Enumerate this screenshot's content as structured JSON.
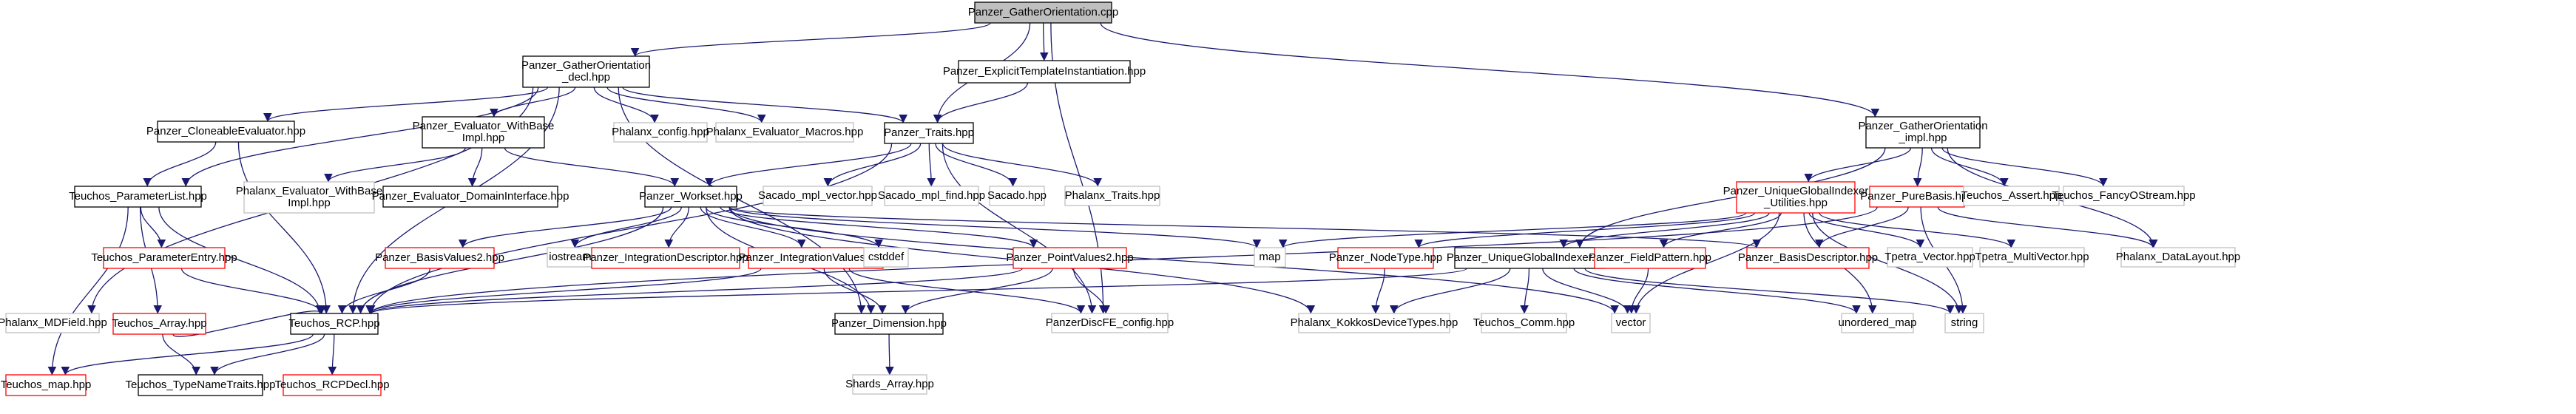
{
  "colors": {
    "edge": "#191970",
    "root_fill": "#bfbfbf",
    "default_border": "#000000",
    "red_border": "#ff0000",
    "gray_border": "#bfbfbf"
  },
  "nodes": [
    {
      "id": "root",
      "label": [
        "Panzer_GatherOrientation.cpp"
      ],
      "style": "root"
    },
    {
      "id": "gather_decl",
      "label": [
        "Panzer_GatherOrientation",
        "_decl.hpp"
      ],
      "style": "black"
    },
    {
      "id": "explicit",
      "label": [
        "Panzer_ExplicitTemplateInstantiation.hpp"
      ],
      "style": "black"
    },
    {
      "id": "gather_impl",
      "label": [
        "Panzer_GatherOrientation",
        "_impl.hpp"
      ],
      "style": "black"
    },
    {
      "id": "cloneable",
      "label": [
        "Panzer_CloneableEvaluator.hpp"
      ],
      "style": "black"
    },
    {
      "id": "eval_withbase",
      "label": [
        "Panzer_Evaluator_WithBase",
        "Impl.hpp"
      ],
      "style": "black"
    },
    {
      "id": "phalanx_config",
      "label": [
        "Phalanx_config.hpp"
      ],
      "style": "gray"
    },
    {
      "id": "phalanx_macros",
      "label": [
        "Phalanx_Evaluator_Macros.hpp"
      ],
      "style": "gray"
    },
    {
      "id": "panzer_traits",
      "label": [
        "Panzer_Traits.hpp"
      ],
      "style": "black"
    },
    {
      "id": "param_list",
      "label": [
        "Teuchos_ParameterList.hpp"
      ],
      "style": "black"
    },
    {
      "id": "phx_eval_withbase",
      "label": [
        "Phalanx_Evaluator_WithBase",
        "Impl.hpp"
      ],
      "style": "gray"
    },
    {
      "id": "domain_iface",
      "label": [
        "Panzer_Evaluator_DomainInterface.hpp"
      ],
      "style": "black"
    },
    {
      "id": "workset",
      "label": [
        "Panzer_Workset.hpp"
      ],
      "style": "black"
    },
    {
      "id": "sacado_mpl_vector",
      "label": [
        "Sacado_mpl_vector.hpp"
      ],
      "style": "gray"
    },
    {
      "id": "sacado_mpl_find",
      "label": [
        "Sacado_mpl_find.hpp"
      ],
      "style": "gray"
    },
    {
      "id": "sacado",
      "label": [
        "Sacado.hpp"
      ],
      "style": "gray"
    },
    {
      "id": "phalanx_traits",
      "label": [
        "Phalanx_Traits.hpp"
      ],
      "style": "gray"
    },
    {
      "id": "ugi_utils",
      "label": [
        "Panzer_UniqueGlobalIndexer",
        "_Utilities.hpp"
      ],
      "style": "red"
    },
    {
      "id": "purebasis",
      "label": [
        "Panzer_PureBasis.hpp"
      ],
      "style": "red"
    },
    {
      "id": "teuchos_assert",
      "label": [
        "Teuchos_Assert.hpp"
      ],
      "style": "gray"
    },
    {
      "id": "fancy_ostream",
      "label": [
        "Teuchos_FancyOStream.hpp"
      ],
      "style": "gray"
    },
    {
      "id": "param_entry",
      "label": [
        "Teuchos_ParameterEntry.hpp"
      ],
      "style": "red"
    },
    {
      "id": "basis_values2",
      "label": [
        "Panzer_BasisValues2.hpp"
      ],
      "style": "red"
    },
    {
      "id": "iostream",
      "label": [
        "iostream"
      ],
      "style": "gray"
    },
    {
      "id": "integ_desc",
      "label": [
        "Panzer_IntegrationDescriptor.hpp"
      ],
      "style": "red"
    },
    {
      "id": "integ_values2",
      "label": [
        "Panzer_IntegrationValues2.hpp"
      ],
      "style": "red"
    },
    {
      "id": "cstddef",
      "label": [
        "cstddef"
      ],
      "style": "gray"
    },
    {
      "id": "point_values2",
      "label": [
        "Panzer_PointValues2.hpp"
      ],
      "style": "red"
    },
    {
      "id": "map",
      "label": [
        "map"
      ],
      "style": "gray"
    },
    {
      "id": "node_type",
      "label": [
        "Panzer_NodeType.hpp"
      ],
      "style": "red"
    },
    {
      "id": "ugi",
      "label": [
        "Panzer_UniqueGlobalIndexer.hpp"
      ],
      "style": "black"
    },
    {
      "id": "field_pattern",
      "label": [
        "Panzer_FieldPattern.hpp"
      ],
      "style": "red"
    },
    {
      "id": "basis_desc",
      "label": [
        "Panzer_BasisDescriptor.hpp"
      ],
      "style": "red"
    },
    {
      "id": "tpetra_vector",
      "label": [
        "Tpetra_Vector.hpp"
      ],
      "style": "gray"
    },
    {
      "id": "tpetra_multivector",
      "label": [
        "Tpetra_MultiVector.hpp"
      ],
      "style": "gray"
    },
    {
      "id": "phalanx_datalayout",
      "label": [
        "Phalanx_DataLayout.hpp"
      ],
      "style": "gray"
    },
    {
      "id": "phalanx_mdfield",
      "label": [
        "Phalanx_MDField.hpp"
      ],
      "style": "gray"
    },
    {
      "id": "teuchos_array",
      "label": [
        "Teuchos_Array.hpp"
      ],
      "style": "red"
    },
    {
      "id": "teuchos_rcp",
      "label": [
        "Teuchos_RCP.hpp"
      ],
      "style": "black"
    },
    {
      "id": "panzer_dimension",
      "label": [
        "Panzer_Dimension.hpp"
      ],
      "style": "black"
    },
    {
      "id": "panzer_discfe_config",
      "label": [
        "PanzerDiscFE_config.hpp"
      ],
      "style": "gray"
    },
    {
      "id": "phalanx_kokkos",
      "label": [
        "Phalanx_KokkosDeviceTypes.hpp"
      ],
      "style": "gray"
    },
    {
      "id": "teuchos_comm",
      "label": [
        "Teuchos_Comm.hpp"
      ],
      "style": "gray"
    },
    {
      "id": "vector",
      "label": [
        "vector"
      ],
      "style": "gray"
    },
    {
      "id": "unordered_map",
      "label": [
        "unordered_map"
      ],
      "style": "gray"
    },
    {
      "id": "string",
      "label": [
        "string"
      ],
      "style": "gray"
    },
    {
      "id": "teuchos_map",
      "label": [
        "Teuchos_map.hpp"
      ],
      "style": "red"
    },
    {
      "id": "type_name_traits",
      "label": [
        "Teuchos_TypeNameTraits.hpp"
      ],
      "style": "black"
    },
    {
      "id": "rcp_decl",
      "label": [
        "Teuchos_RCPDecl.hpp"
      ],
      "style": "red"
    },
    {
      "id": "shards_array",
      "label": [
        "Shards_Array.hpp"
      ],
      "style": "gray"
    }
  ],
  "edges": [
    [
      "root",
      "gather_decl"
    ],
    [
      "root",
      "explicit"
    ],
    [
      "root",
      "panzer_traits"
    ],
    [
      "root",
      "gather_impl"
    ],
    [
      "root",
      "panzer_discfe_config"
    ],
    [
      "gather_decl",
      "cloneable"
    ],
    [
      "gather_decl",
      "eval_withbase"
    ],
    [
      "gather_decl",
      "phalanx_config"
    ],
    [
      "gather_decl",
      "phalanx_macros"
    ],
    [
      "gather_decl",
      "panzer_traits"
    ],
    [
      "gather_decl",
      "param_list"
    ],
    [
      "gather_decl",
      "phalanx_mdfield"
    ],
    [
      "gather_decl",
      "teuchos_rcp"
    ],
    [
      "gather_decl",
      "panzer_dimension"
    ],
    [
      "explicit",
      "panzer_traits"
    ],
    [
      "cloneable",
      "teuchos_rcp"
    ],
    [
      "cloneable",
      "param_list"
    ],
    [
      "eval_withbase",
      "phx_eval_withbase"
    ],
    [
      "eval_withbase",
      "domain_iface"
    ],
    [
      "eval_withbase",
      "workset"
    ],
    [
      "panzer_traits",
      "sacado_mpl_vector"
    ],
    [
      "panzer_traits",
      "sacado_mpl_find"
    ],
    [
      "panzer_traits",
      "sacado"
    ],
    [
      "panzer_traits",
      "phalanx_traits"
    ],
    [
      "panzer_traits",
      "workset"
    ],
    [
      "panzer_traits",
      "panzer_discfe_config"
    ],
    [
      "panzer_traits",
      "teuchos_rcp"
    ],
    [
      "param_list",
      "param_entry"
    ],
    [
      "param_list",
      "teuchos_array"
    ],
    [
      "param_list",
      "teuchos_rcp"
    ],
    [
      "param_list",
      "teuchos_map"
    ],
    [
      "workset",
      "basis_values2"
    ],
    [
      "workset",
      "iostream"
    ],
    [
      "workset",
      "integ_desc"
    ],
    [
      "workset",
      "integ_values2"
    ],
    [
      "workset",
      "cstddef"
    ],
    [
      "workset",
      "point_values2"
    ],
    [
      "workset",
      "map"
    ],
    [
      "workset",
      "panzer_dimension"
    ],
    [
      "workset",
      "vector"
    ],
    [
      "workset",
      "teuchos_rcp"
    ],
    [
      "workset",
      "phalanx_kokkos"
    ],
    [
      "workset",
      "basis_desc"
    ],
    [
      "gather_impl",
      "ugi_utils"
    ],
    [
      "gather_impl",
      "purebasis"
    ],
    [
      "gather_impl",
      "teuchos_assert"
    ],
    [
      "gather_impl",
      "fancy_ostream"
    ],
    [
      "gather_impl",
      "ugi"
    ],
    [
      "gather_impl",
      "phalanx_datalayout"
    ],
    [
      "ugi_utils",
      "ugi"
    ],
    [
      "ugi_utils",
      "map"
    ],
    [
      "ugi_utils",
      "field_pattern"
    ],
    [
      "ugi_utils",
      "tpetra_vector"
    ],
    [
      "ugi_utils",
      "tpetra_multivector"
    ],
    [
      "ugi_utils",
      "node_type"
    ],
    [
      "ugi_utils",
      "vector"
    ],
    [
      "ugi_utils",
      "unordered_map"
    ],
    [
      "ugi_utils",
      "string"
    ],
    [
      "purebasis",
      "teuchos_rcp"
    ],
    [
      "purebasis",
      "string"
    ],
    [
      "purebasis",
      "phalanx_datalayout"
    ],
    [
      "purebasis",
      "basis_desc"
    ],
    [
      "basis_values2",
      "teuchos_rcp"
    ],
    [
      "integ_values2",
      "teuchos_rcp"
    ],
    [
      "integ_values2",
      "panzer_dimension"
    ],
    [
      "integ_values2",
      "panzer_discfe_config"
    ],
    [
      "point_values2",
      "teuchos_rcp"
    ],
    [
      "point_values2",
      "panzer_dimension"
    ],
    [
      "point_values2",
      "panzer_discfe_config"
    ],
    [
      "node_type",
      "phalanx_kokkos"
    ],
    [
      "ugi",
      "teuchos_rcp"
    ],
    [
      "ugi",
      "phalanx_kokkos"
    ],
    [
      "ugi",
      "teuchos_comm"
    ],
    [
      "ugi",
      "vector"
    ],
    [
      "ugi",
      "unordered_map"
    ],
    [
      "ugi",
      "string"
    ],
    [
      "field_pattern",
      "vector"
    ],
    [
      "param_entry",
      "teuchos_rcp"
    ],
    [
      "teuchos_array",
      "teuchos_rcp"
    ],
    [
      "teuchos_array",
      "type_name_traits"
    ],
    [
      "teuchos_rcp",
      "rcp_decl"
    ],
    [
      "teuchos_rcp",
      "type_name_traits"
    ],
    [
      "teuchos_rcp",
      "teuchos_map"
    ],
    [
      "panzer_dimension",
      "shards_array"
    ]
  ]
}
